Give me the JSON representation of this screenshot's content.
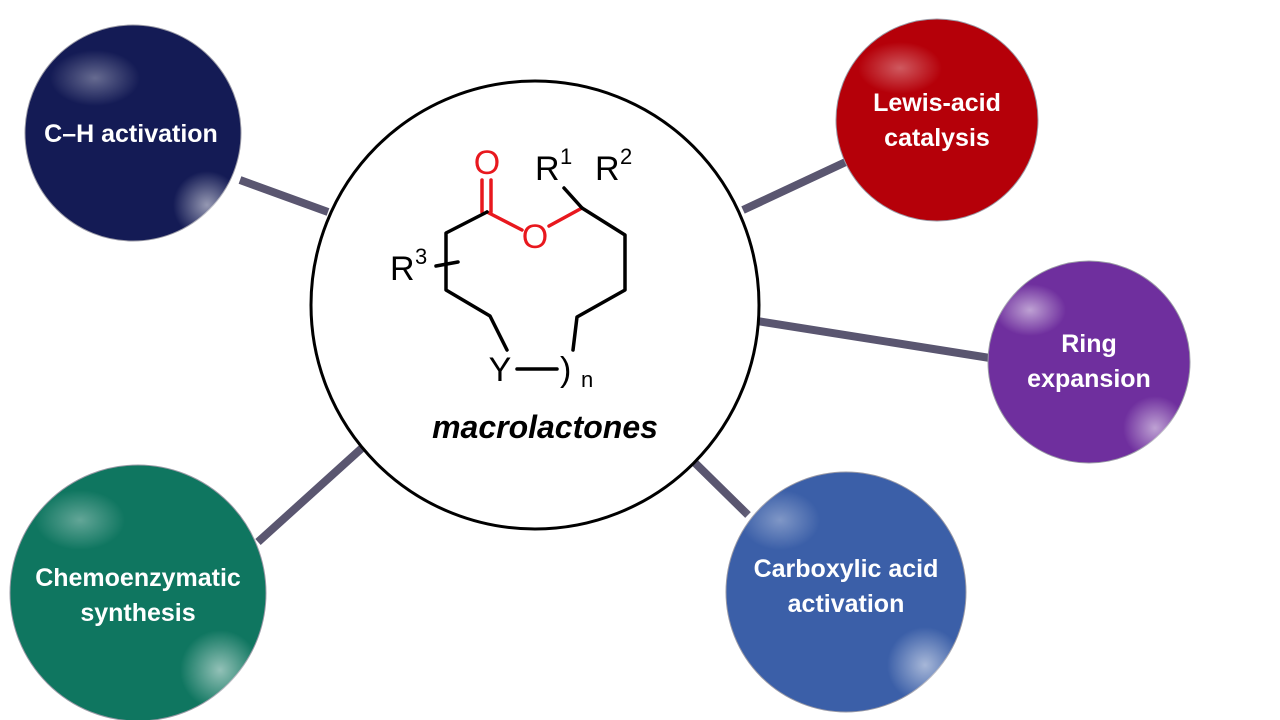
{
  "center": {
    "title": "macrolactones",
    "structure": {
      "atoms": {
        "carbonyl_oxygen": "O",
        "ester_oxygen": "O",
        "r1": "R",
        "r1_sup": "1",
        "r2": "R",
        "r2_sup": "2",
        "r3": "R",
        "r3_sup": "3",
        "y": "Y",
        "paren": ")",
        "n": "n"
      },
      "colors": {
        "ester": "#e8181e",
        "bonds": "#000000"
      }
    }
  },
  "methods": [
    {
      "id": "ch-activation",
      "line1": "C–H activation",
      "line2": "",
      "color": "#141b55"
    },
    {
      "id": "lewis-acid",
      "line1": "Lewis-acid",
      "line2": "catalysis",
      "color": "#b50009"
    },
    {
      "id": "ring-expansion",
      "line1": "Ring",
      "line2": "expansion",
      "color": "#6f2f9e"
    },
    {
      "id": "carboxylic-acid",
      "line1": "Carboxylic acid",
      "line2": "activation",
      "color": "#3b5fa8"
    },
    {
      "id": "chemoenzymatic",
      "line1": "Chemoenzymatic",
      "line2": "synthesis",
      "color": "#0f7660"
    }
  ],
  "colors": {
    "connector": "#5a5670",
    "hub_border": "#000000"
  }
}
